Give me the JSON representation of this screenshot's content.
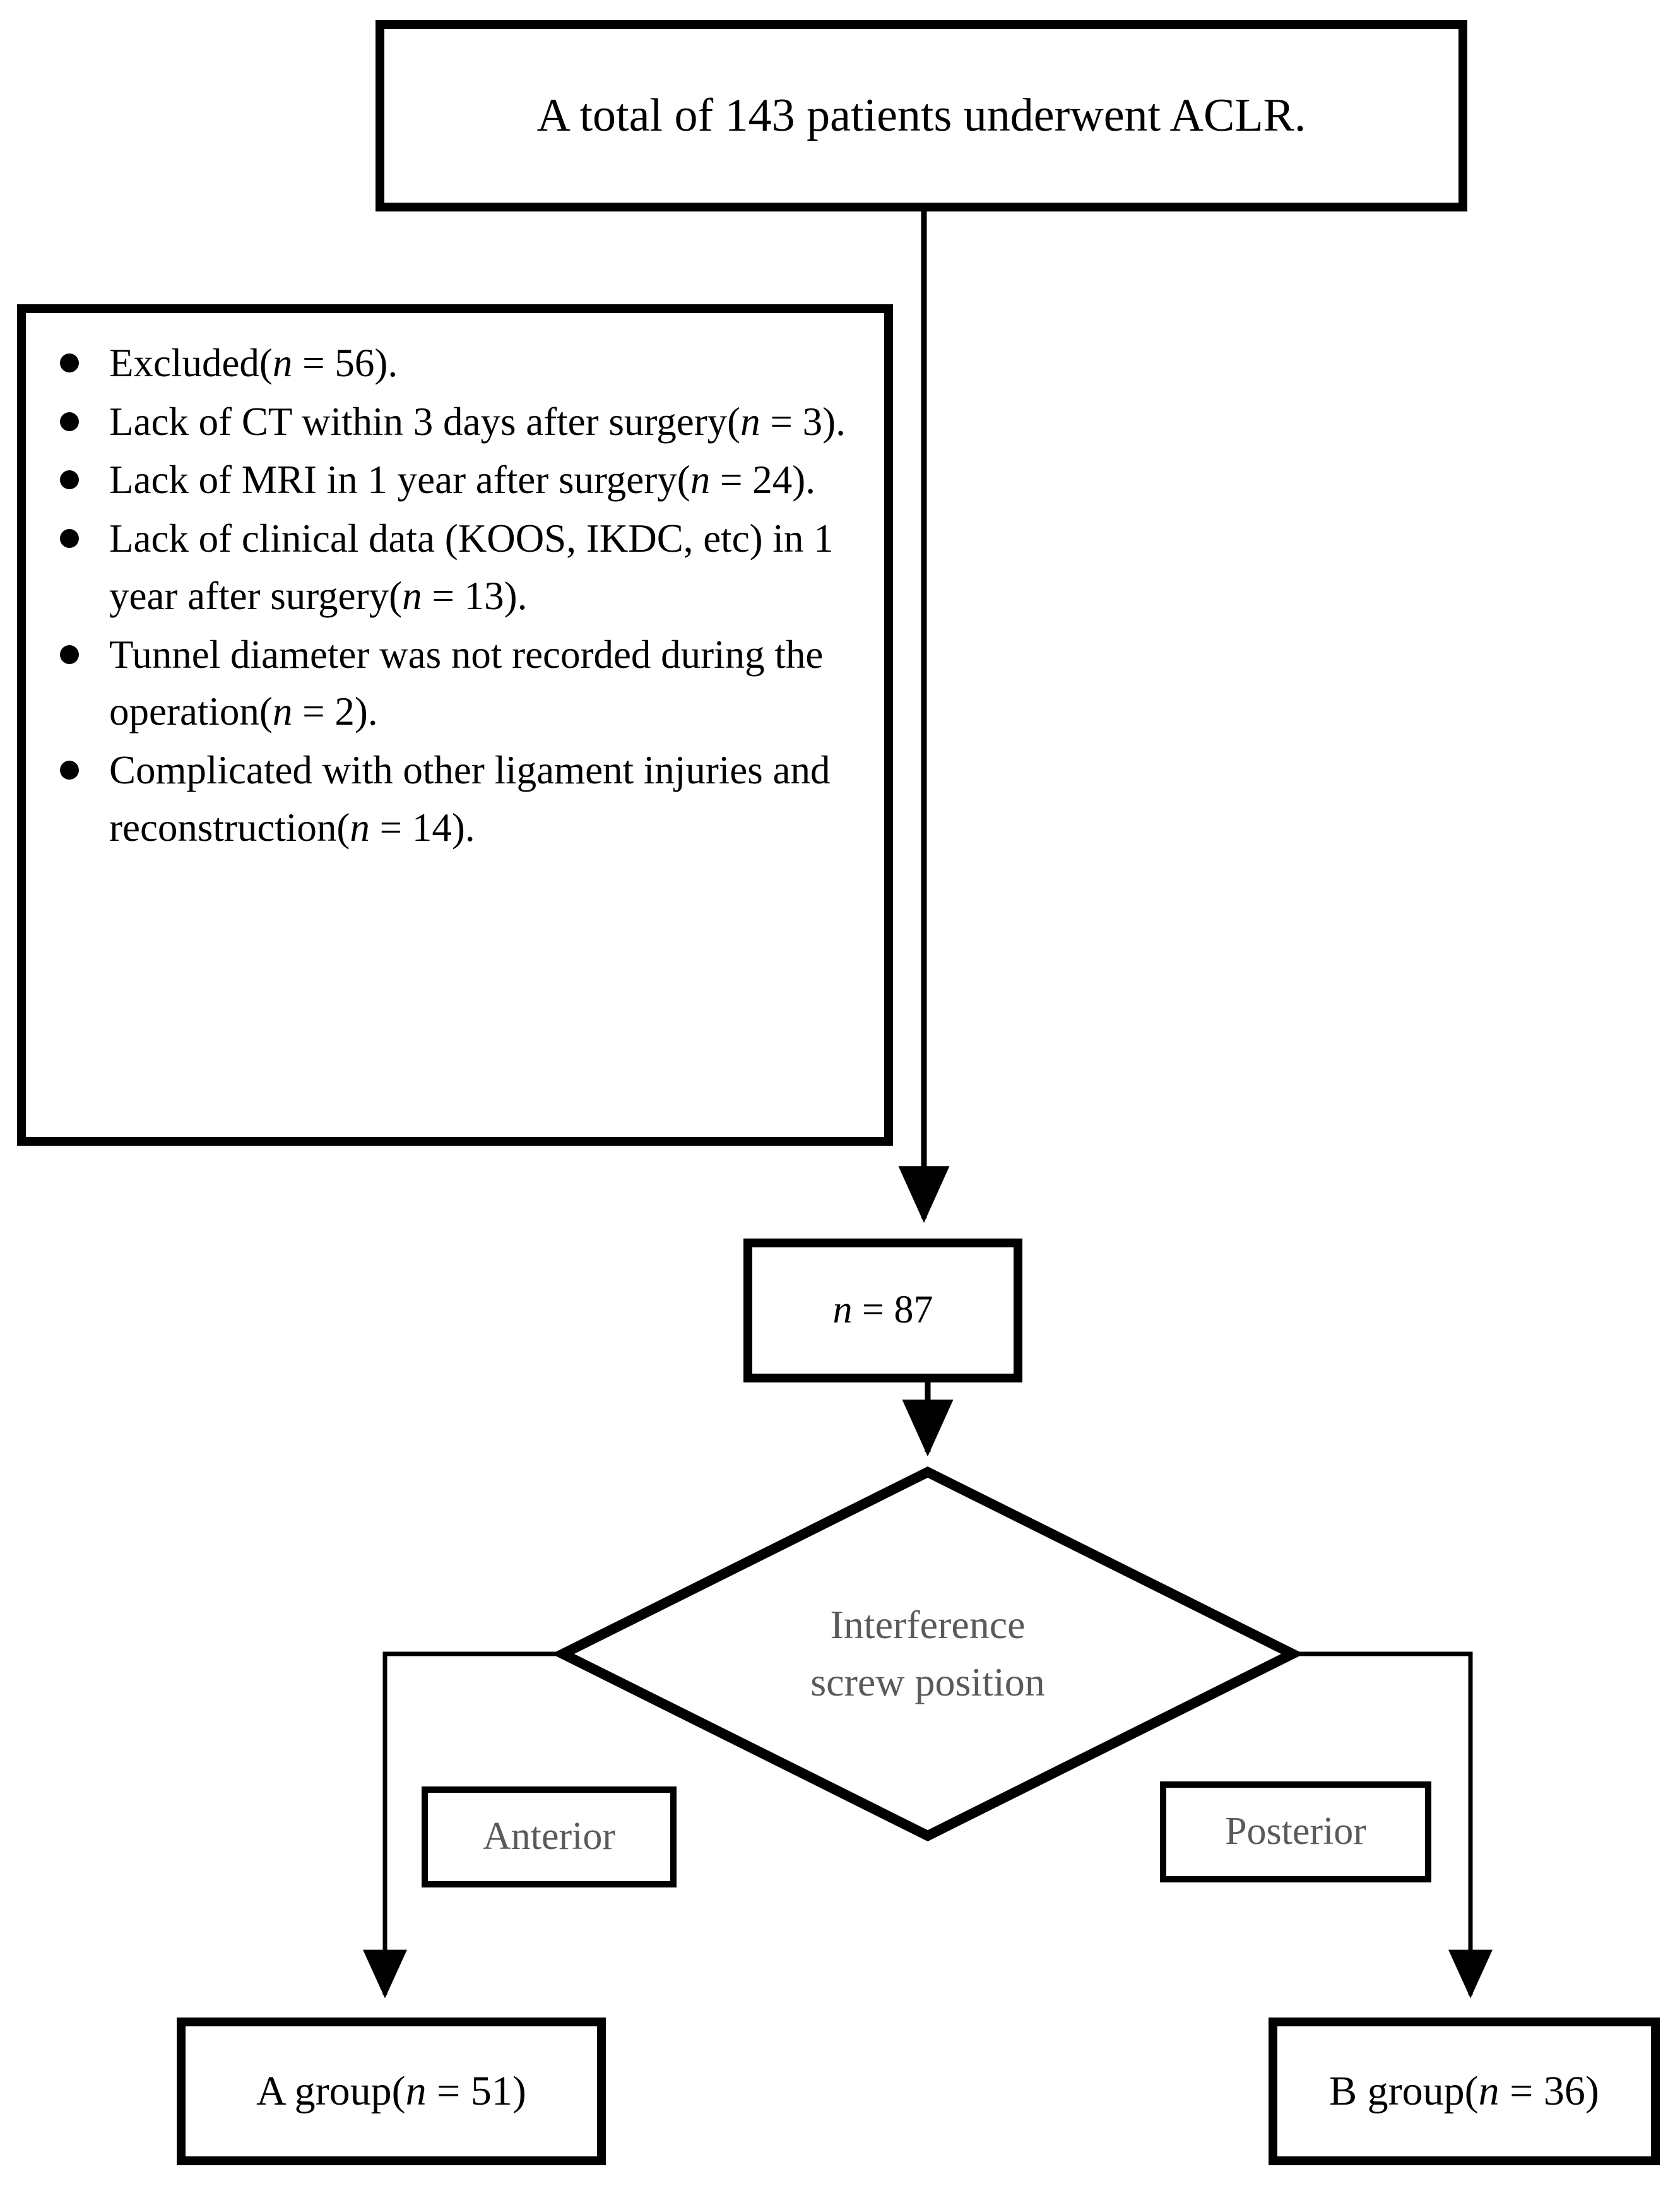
{
  "diagram": {
    "title": "ACLR patient selection flow",
    "type": "flowchart",
    "colors": {
      "stroke": "#000000",
      "background": "#ffffff",
      "text": "#000000",
      "muted_text": "#5a5a5a"
    }
  },
  "nodes": {
    "total": {
      "id": "total",
      "shape": "rectangle",
      "text": "A total of 143 patients underwent ACLR.",
      "count": 143
    },
    "excluded": {
      "id": "excluded",
      "shape": "rectangle",
      "bullets": [
        "Excluded(n = 56).",
        "Lack of CT within 3 days after surgery(n = 3).",
        "Lack of MRI in 1 year after surgery(n = 24).",
        "Lack of clinical data (KOOS, IKDC, etc) in 1 year after surgery(n = 13).",
        "Tunnel diameter was not recorded during the operation(n = 2).",
        "Complicated with other ligament injuries and reconstruction(n = 14)."
      ],
      "counts": [
        56,
        3,
        24,
        13,
        2,
        14
      ],
      "total_excluded": 56
    },
    "remaining": {
      "id": "remaining",
      "shape": "rectangle",
      "text": "n = 87",
      "count": 87
    },
    "decision": {
      "id": "decision",
      "shape": "diamond",
      "line1": "Interference",
      "line2": "screw position"
    },
    "branch_anterior": {
      "id": "branch-anterior",
      "shape": "rectangle",
      "text": "Anterior"
    },
    "branch_posterior": {
      "id": "branch-posterior",
      "shape": "rectangle",
      "text": "Posterior"
    },
    "group_a": {
      "id": "group-a",
      "shape": "rectangle",
      "text": "A group(n = 51)",
      "count": 51
    },
    "group_b": {
      "id": "group-b",
      "shape": "rectangle",
      "text": "B group(n = 36)",
      "count": 36
    }
  },
  "edges": [
    {
      "from": "total",
      "to": "remaining",
      "arrow": true,
      "style": "thin-vertical"
    },
    {
      "from": "remaining",
      "to": "decision",
      "arrow": true,
      "style": "thin-vertical"
    },
    {
      "from": "decision",
      "to": "group_a",
      "arrow": true,
      "style": "elbow-left",
      "label": "Anterior"
    },
    {
      "from": "decision",
      "to": "group_b",
      "arrow": true,
      "style": "elbow-right",
      "label": "Posterior"
    }
  ]
}
